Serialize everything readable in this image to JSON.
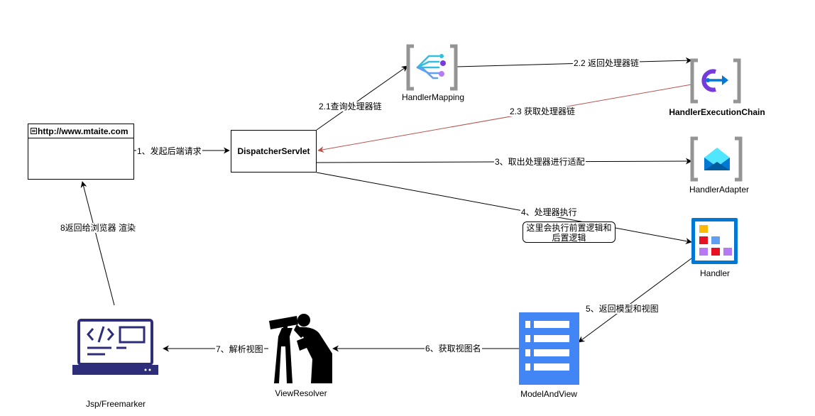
{
  "nodes": {
    "browser": {
      "url": "http://www.mtaite.com"
    },
    "dispatcher": {
      "label": "DispatcherServlet"
    },
    "handler_mapping": {
      "label": "HandlerMapping"
    },
    "handler_execution_chain": {
      "label": "HandlerExecutionChain"
    },
    "handler_adapter": {
      "label": "HandlerAdapter"
    },
    "handler": {
      "label": "Handler"
    },
    "model_and_view": {
      "label": "ModelAndView"
    },
    "view_resolver": {
      "label": "ViewResolver"
    },
    "jsp": {
      "label": "Jsp/Freemarker"
    }
  },
  "edges": {
    "e1": "1、发起后端请求",
    "e21": "2.1查询处理器链",
    "e22": "2.2 返回处理器链",
    "e23": "2.3 获取处理器链",
    "e3": "3、取出处理器进行适配",
    "e4": "4、处理器执行",
    "e5": "5、返回模型和视图",
    "e6": "6、获取视图名",
    "e7": "7、解析视图",
    "e8": "8返回给浏览器 渲染"
  },
  "note": {
    "line1": "这里会执行前置逻辑和",
    "line2": "后置逻辑"
  },
  "colors": {
    "line": "#000000",
    "return_line": "#b85450",
    "azure_gray": "#949494",
    "teal": "#32bedd",
    "purple": "#773adc",
    "blue": "#0078d4",
    "gcp_blue": "#4285f4",
    "navy": "#2d2d7a"
  }
}
